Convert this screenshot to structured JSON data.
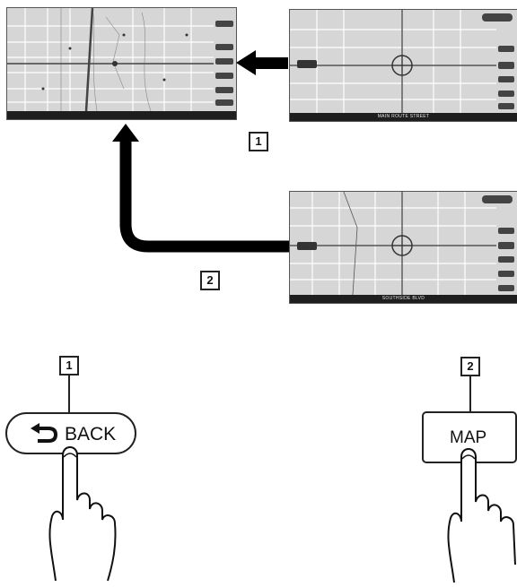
{
  "steps": {
    "step1_label": "1",
    "step2_label": "2"
  },
  "screens": {
    "top_left": {
      "status_text": ""
    },
    "top_right": {
      "status_text": "MAIN ROUTE STREET"
    },
    "bottom_right": {
      "status_text": "SOUTHSIDE BLVD"
    }
  },
  "buttons": {
    "back_label": "BACK",
    "map_label": "MAP"
  },
  "icons": {
    "back": "back-arrow-icon",
    "finger": "pointing-hand-icon"
  },
  "colors": {
    "map_bg": "#d9d9d9",
    "road": "#ffffff",
    "arrow": "#000000",
    "status_bar": "#1e1e1e"
  }
}
